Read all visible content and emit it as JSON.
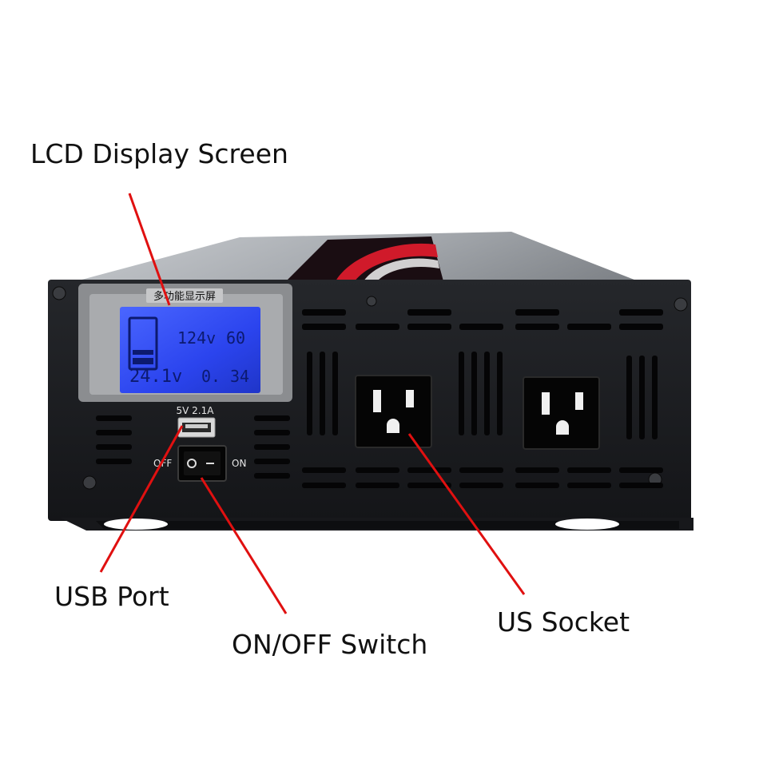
{
  "callouts": {
    "lcd_display": "LCD Display Screen",
    "usb_port": "USB Port",
    "on_off_switch": "ON/OFF Switch",
    "us_socket": "US Socket"
  },
  "device": {
    "lcd_panel_title": "多功能显示屏",
    "lcd_readouts": {
      "top_middle": "124v",
      "top_right": "60",
      "bottom_left": "24.1v",
      "bottom_middle": "0.",
      "bottom_right": "34"
    },
    "usb_rating": "5V 2.1A",
    "switch_off_label": "OFF",
    "switch_on_label": "ON"
  },
  "colors": {
    "callout_line": "#e01010",
    "body": "#1b1c1f",
    "lcd_backlight": "#2f4cff",
    "top_cover": "#9ea3a8"
  }
}
